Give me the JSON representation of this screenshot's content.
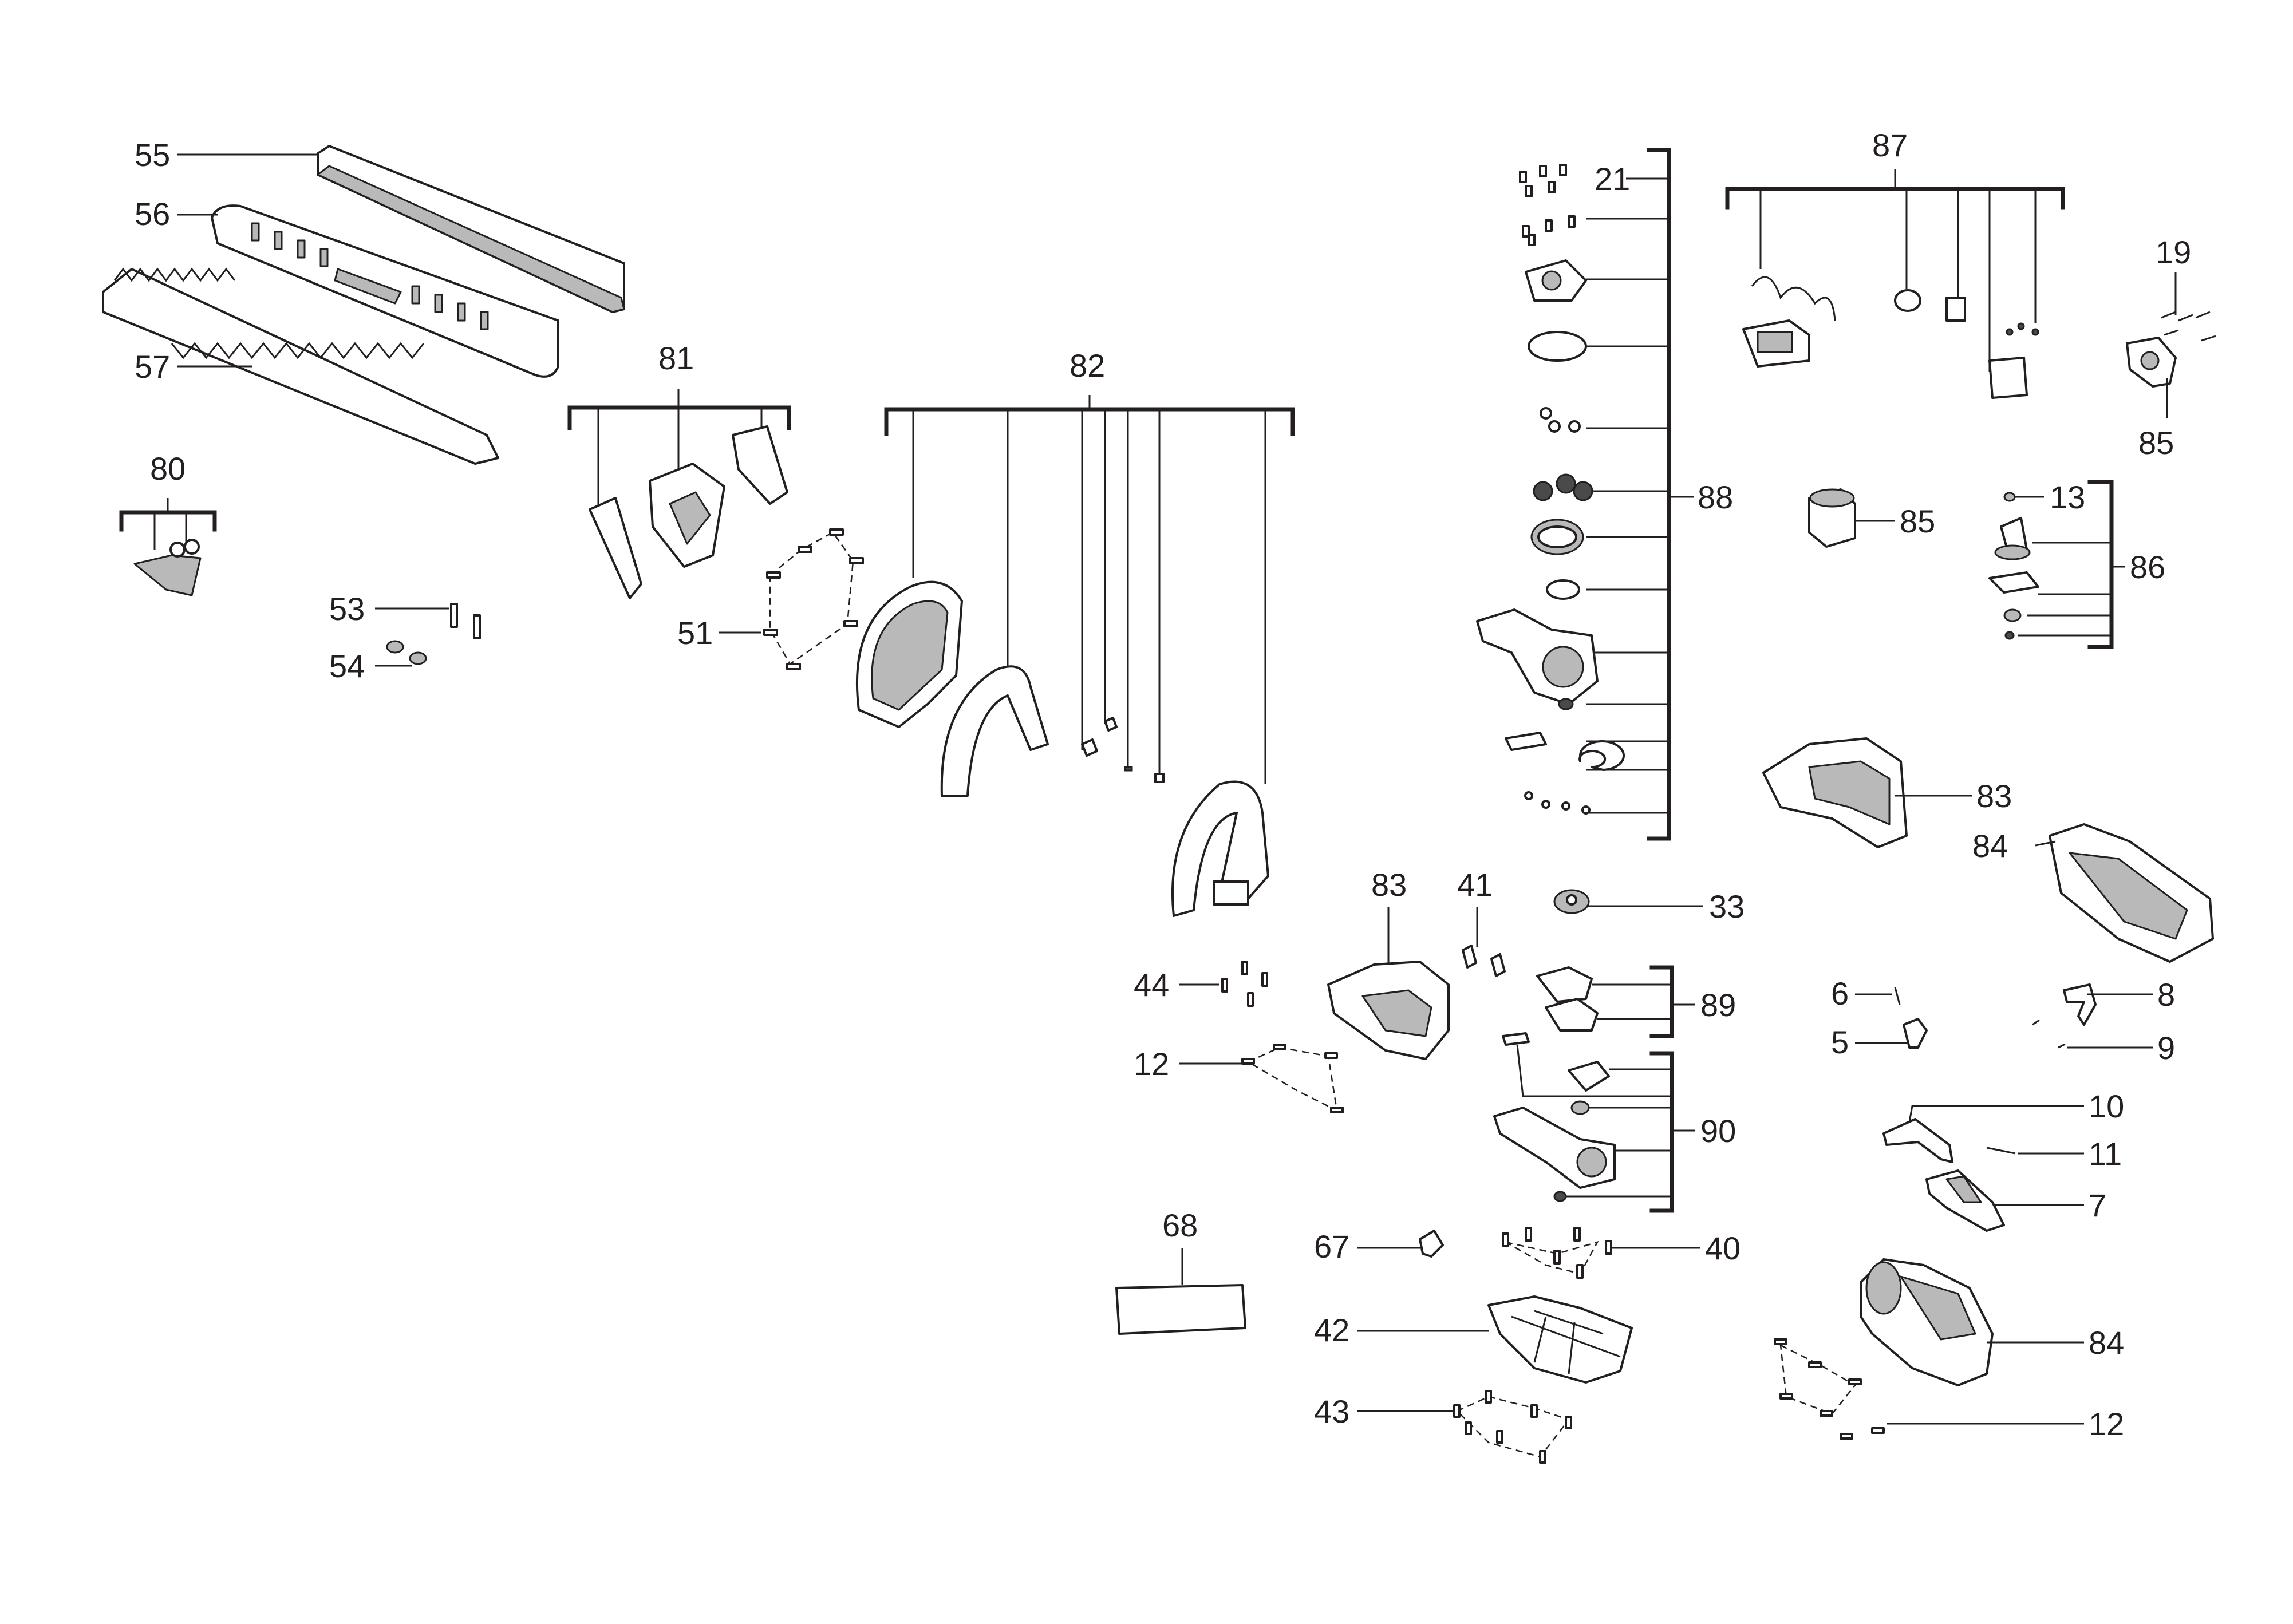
{
  "callouts": {
    "c55": "55",
    "c56": "56",
    "c57": "57",
    "c81": "81",
    "c82": "82",
    "c80": "80",
    "c53": "53",
    "c54": "54",
    "c51": "51",
    "c21": "21",
    "c88": "88",
    "c87": "87",
    "c19": "19",
    "c85a": "85",
    "c85b": "85",
    "c13": "13",
    "c86": "86",
    "c83a": "83",
    "c84a": "84",
    "c83b": "83",
    "c41": "41",
    "c33": "33",
    "c44": "44",
    "c12a": "12",
    "c89": "89",
    "c90": "90",
    "c6": "6",
    "c5": "5",
    "c8": "8",
    "c9": "9",
    "c10": "10",
    "c11": "11",
    "c7": "7",
    "c68": "68",
    "c67": "67",
    "c40": "40",
    "c42": "42",
    "c43": "43",
    "c84b": "84",
    "c12b": "12"
  }
}
